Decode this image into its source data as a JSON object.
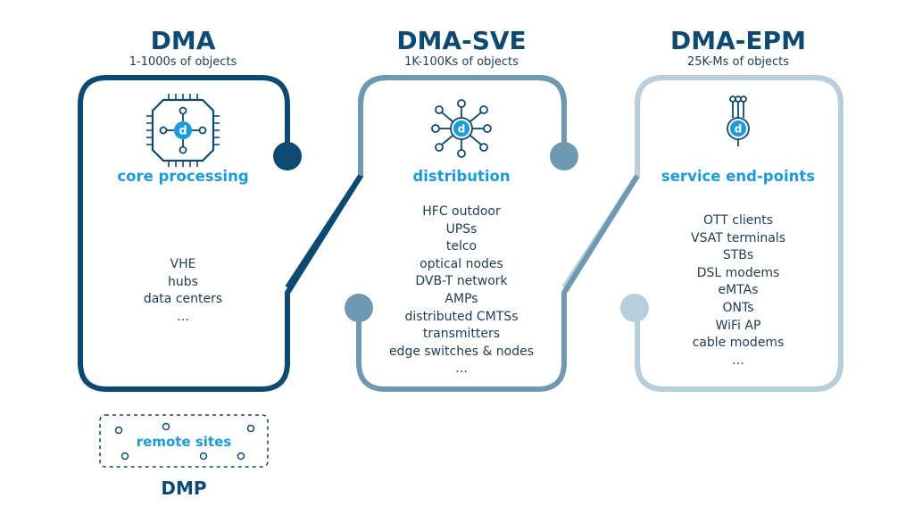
{
  "colors": {
    "dma": "#0d4a73",
    "sve": "#6f99b2",
    "epm": "#b7cfdc",
    "accent": "#1a9be0",
    "text": "#1d3c55"
  },
  "columns": [
    {
      "title": "DMA",
      "subtitle": "1-1000s of objects",
      "icon": "chip-processor-icon",
      "heading": "core processing",
      "items": [
        "VHE",
        "hubs",
        "data centers",
        "…"
      ]
    },
    {
      "title": "DMA-SVE",
      "subtitle": "1K-100Ks of objects",
      "icon": "distribution-network-icon",
      "heading": "distribution",
      "items": [
        "HFC outdoor",
        "UPSs",
        "telco",
        "optical nodes",
        "DVB-T network",
        "AMPs",
        "distributed CMTSs",
        "transmitters",
        "edge switches & nodes",
        "…"
      ]
    },
    {
      "title": "DMA-EPM",
      "subtitle": "25K-Ms of objects",
      "icon": "endpoint-connector-icon",
      "heading": "service end-points",
      "items": [
        "OTT clients",
        "VSAT terminals",
        "STBs",
        "DSL modems",
        "eMTAs",
        "ONTs",
        "WiFi AP",
        "cable modems",
        "…"
      ]
    }
  ],
  "remote": {
    "label": "remote sites",
    "title": "DMP"
  }
}
